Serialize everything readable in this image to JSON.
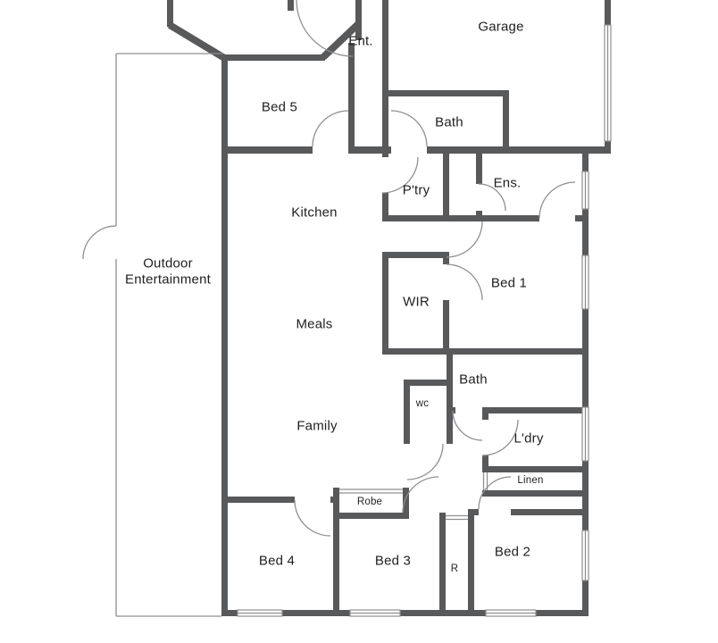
{
  "colors": {
    "wall": "#58595b",
    "thin": "#8f8f8f",
    "text": "#1f1f1f",
    "bg": "#ffffff"
  },
  "floorplan": {
    "rooms": {
      "garage": {
        "label": "Garage"
      },
      "entry": {
        "label": "Ent."
      },
      "bed5": {
        "label": "Bed 5"
      },
      "bath_upper": {
        "label": "Bath"
      },
      "pantry": {
        "label": "P'try"
      },
      "ensuite": {
        "label": "Ens."
      },
      "kitchen": {
        "label": "Kitchen"
      },
      "outdoor": {
        "label": "Outdoor Entertainment"
      },
      "wir": {
        "label": "WIR"
      },
      "bed1": {
        "label": "Bed 1"
      },
      "meals": {
        "label": "Meals"
      },
      "bath_main": {
        "label": "Bath"
      },
      "wc": {
        "label": "wc"
      },
      "family": {
        "label": "Family"
      },
      "laundry": {
        "label": "L'dry"
      },
      "linen": {
        "label": "Linen"
      },
      "robe": {
        "label": "Robe"
      },
      "bed4": {
        "label": "Bed 4"
      },
      "bed3": {
        "label": "Bed 3"
      },
      "r_closet": {
        "label": "R"
      },
      "bed2": {
        "label": "Bed 2"
      }
    }
  }
}
